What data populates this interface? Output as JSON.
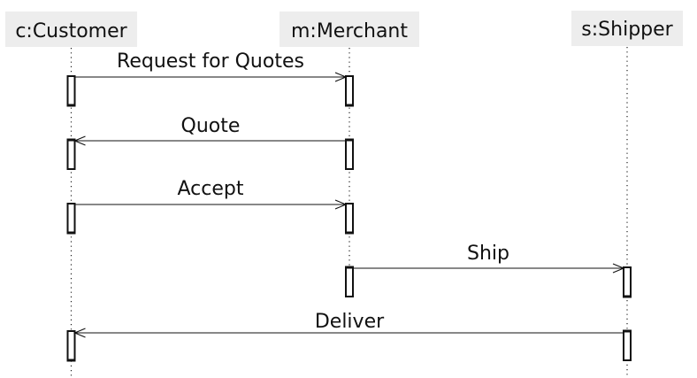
{
  "actors": [
    {
      "id": "customer",
      "label": "c:Customer"
    },
    {
      "id": "merchant",
      "label": "m:Merchant"
    },
    {
      "id": "shipper",
      "label": "s:Shipper"
    }
  ],
  "messages": [
    {
      "label": "Request for Quotes",
      "from": "customer",
      "to": "merchant"
    },
    {
      "label": "Quote",
      "from": "merchant",
      "to": "customer"
    },
    {
      "label": "Accept",
      "from": "customer",
      "to": "merchant"
    },
    {
      "label": "Ship",
      "from": "merchant",
      "to": "shipper"
    },
    {
      "label": "Deliver",
      "from": "shipper",
      "to": "customer"
    }
  ]
}
